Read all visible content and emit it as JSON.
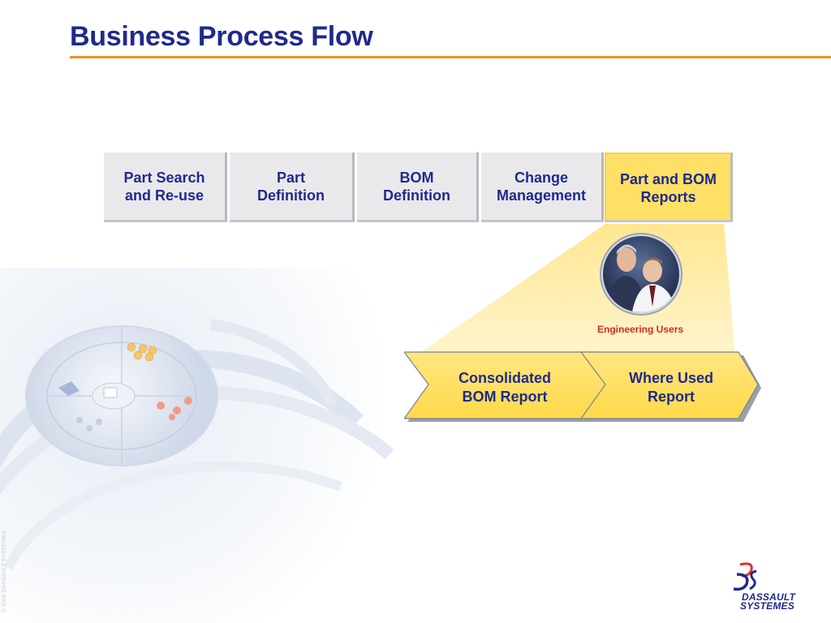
{
  "title": "Business Process Flow",
  "process_steps": [
    {
      "label": "Part Search\nand Re-use",
      "active": false
    },
    {
      "label": "Part\nDefinition",
      "active": false
    },
    {
      "label": "BOM\nDefinition",
      "active": false
    },
    {
      "label": "Change\nManagement",
      "active": false
    },
    {
      "label": "Part and BOM\nReports",
      "active": true
    }
  ],
  "users_label": "Engineering Users",
  "reports": [
    {
      "label": "Consolidated\nBOM Report"
    },
    {
      "label": "Where Used\nReport"
    }
  ],
  "copyright": "© 2006 DASSAULT SYSTEMES",
  "logo": {
    "line1": "DASSAULT",
    "line2": "SYSTEMES"
  },
  "colors": {
    "title": "#1f2a8c",
    "rule": "#f2921f",
    "highlight": "#ffe066",
    "users_label": "#d22a1e"
  }
}
